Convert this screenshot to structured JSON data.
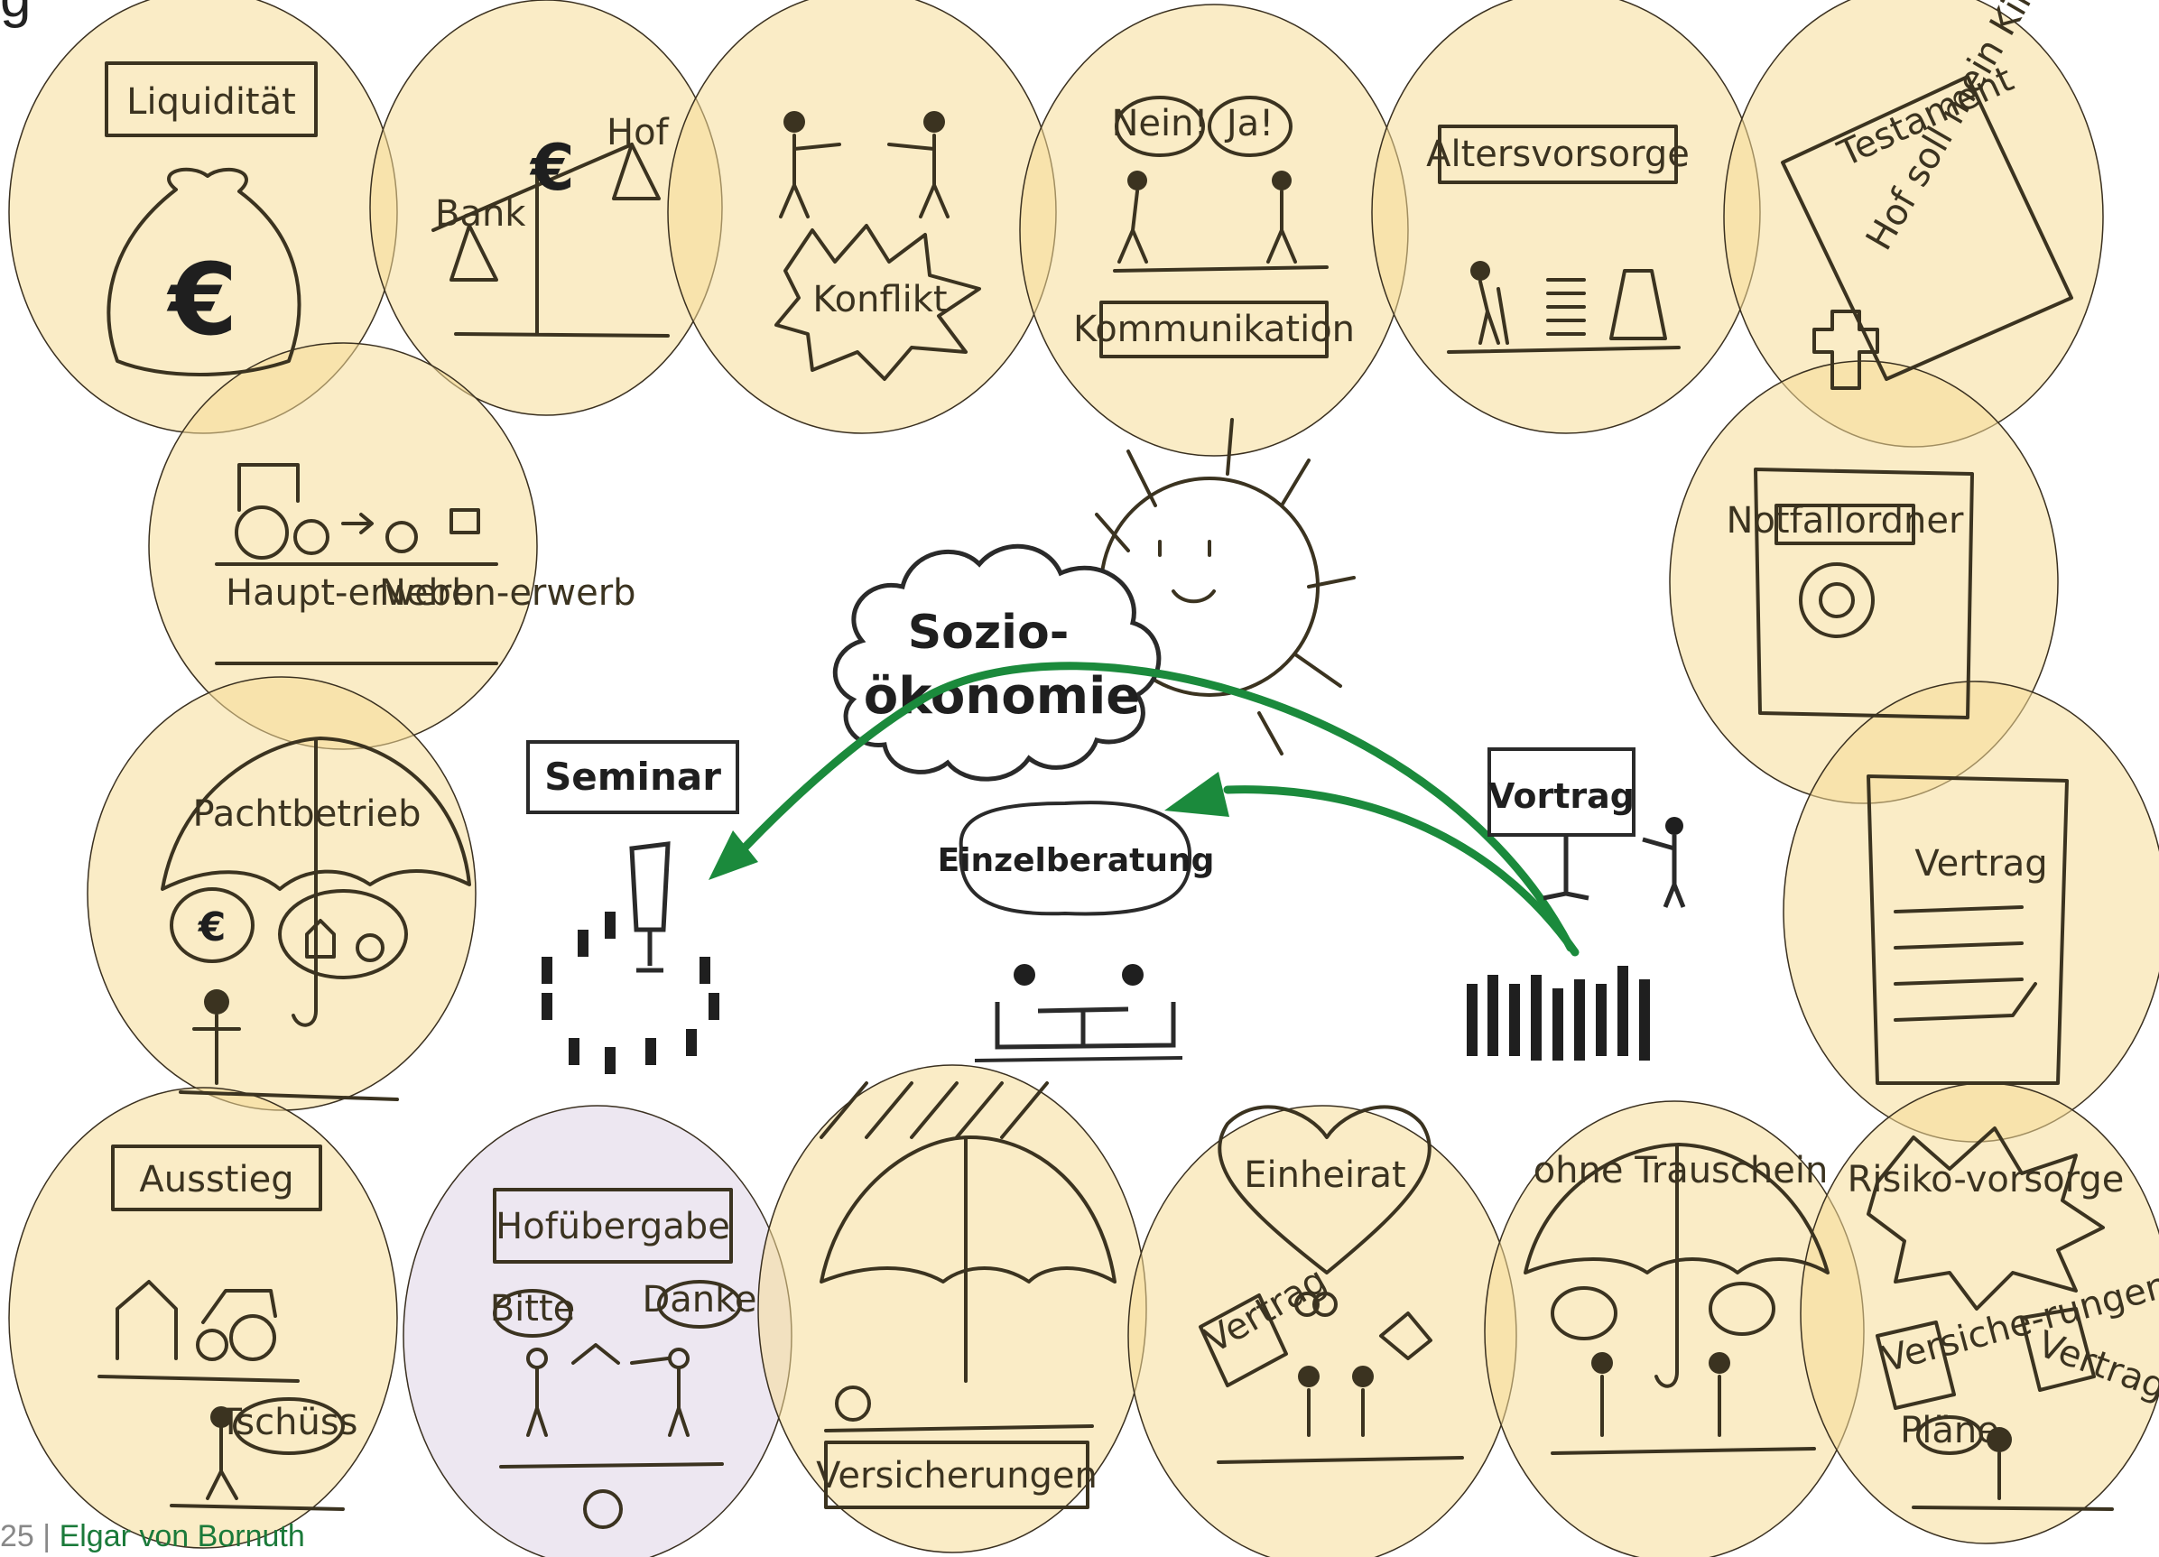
{
  "header": {
    "fragment": "g"
  },
  "footer": {
    "page": "25",
    "separator": "|",
    "author": "Elgar von Bornuth"
  },
  "center": {
    "sozio": "Sozio-",
    "oekonomie": "ökonomie"
  },
  "formats": {
    "seminar": "Seminar",
    "einzelberatung": "Einzelberatung",
    "vortrag": "Vortrag"
  },
  "topics": {
    "liquiditaet": "Liquidität",
    "bank": "Bank",
    "hof": "Hof",
    "konflikt": "Konflikt",
    "nein": "Nein!",
    "ja": "Ja!",
    "kommunikation": "Kommunikation",
    "altersvorsorge": "Altersvorsorge",
    "testament": "Testament",
    "testament_note": "Hof soll mein Kind bekommen",
    "haupterwerb": "Haupt-erwerb",
    "nebenerwerb": "Neben-erwerb",
    "notfallordner": "Notfallordner",
    "pachtbetrieb": "Pachtbetrieb",
    "vertrag_paper": "Vertrag",
    "ausstieg": "Ausstieg",
    "tschuess": "Tschüss",
    "hofuebergabe": "Hofübergabe",
    "bitte": "Bitte",
    "danke": "Danke",
    "versicherungen": "Versicherungen",
    "einheirat": "Einheirat",
    "vertrag_small": "Vertrag",
    "ohne_trauschein": "ohne Trauschein",
    "risikovorsorge": "Risiko-vorsorge",
    "versicherungen_small": "Versiche-rungen",
    "vertrag_risk": "Vertrag",
    "plaene": "Pläne"
  },
  "colors": {
    "circle": "#f5dc98",
    "arrow": "#1b8a3c",
    "ink": "#3b3320"
  }
}
